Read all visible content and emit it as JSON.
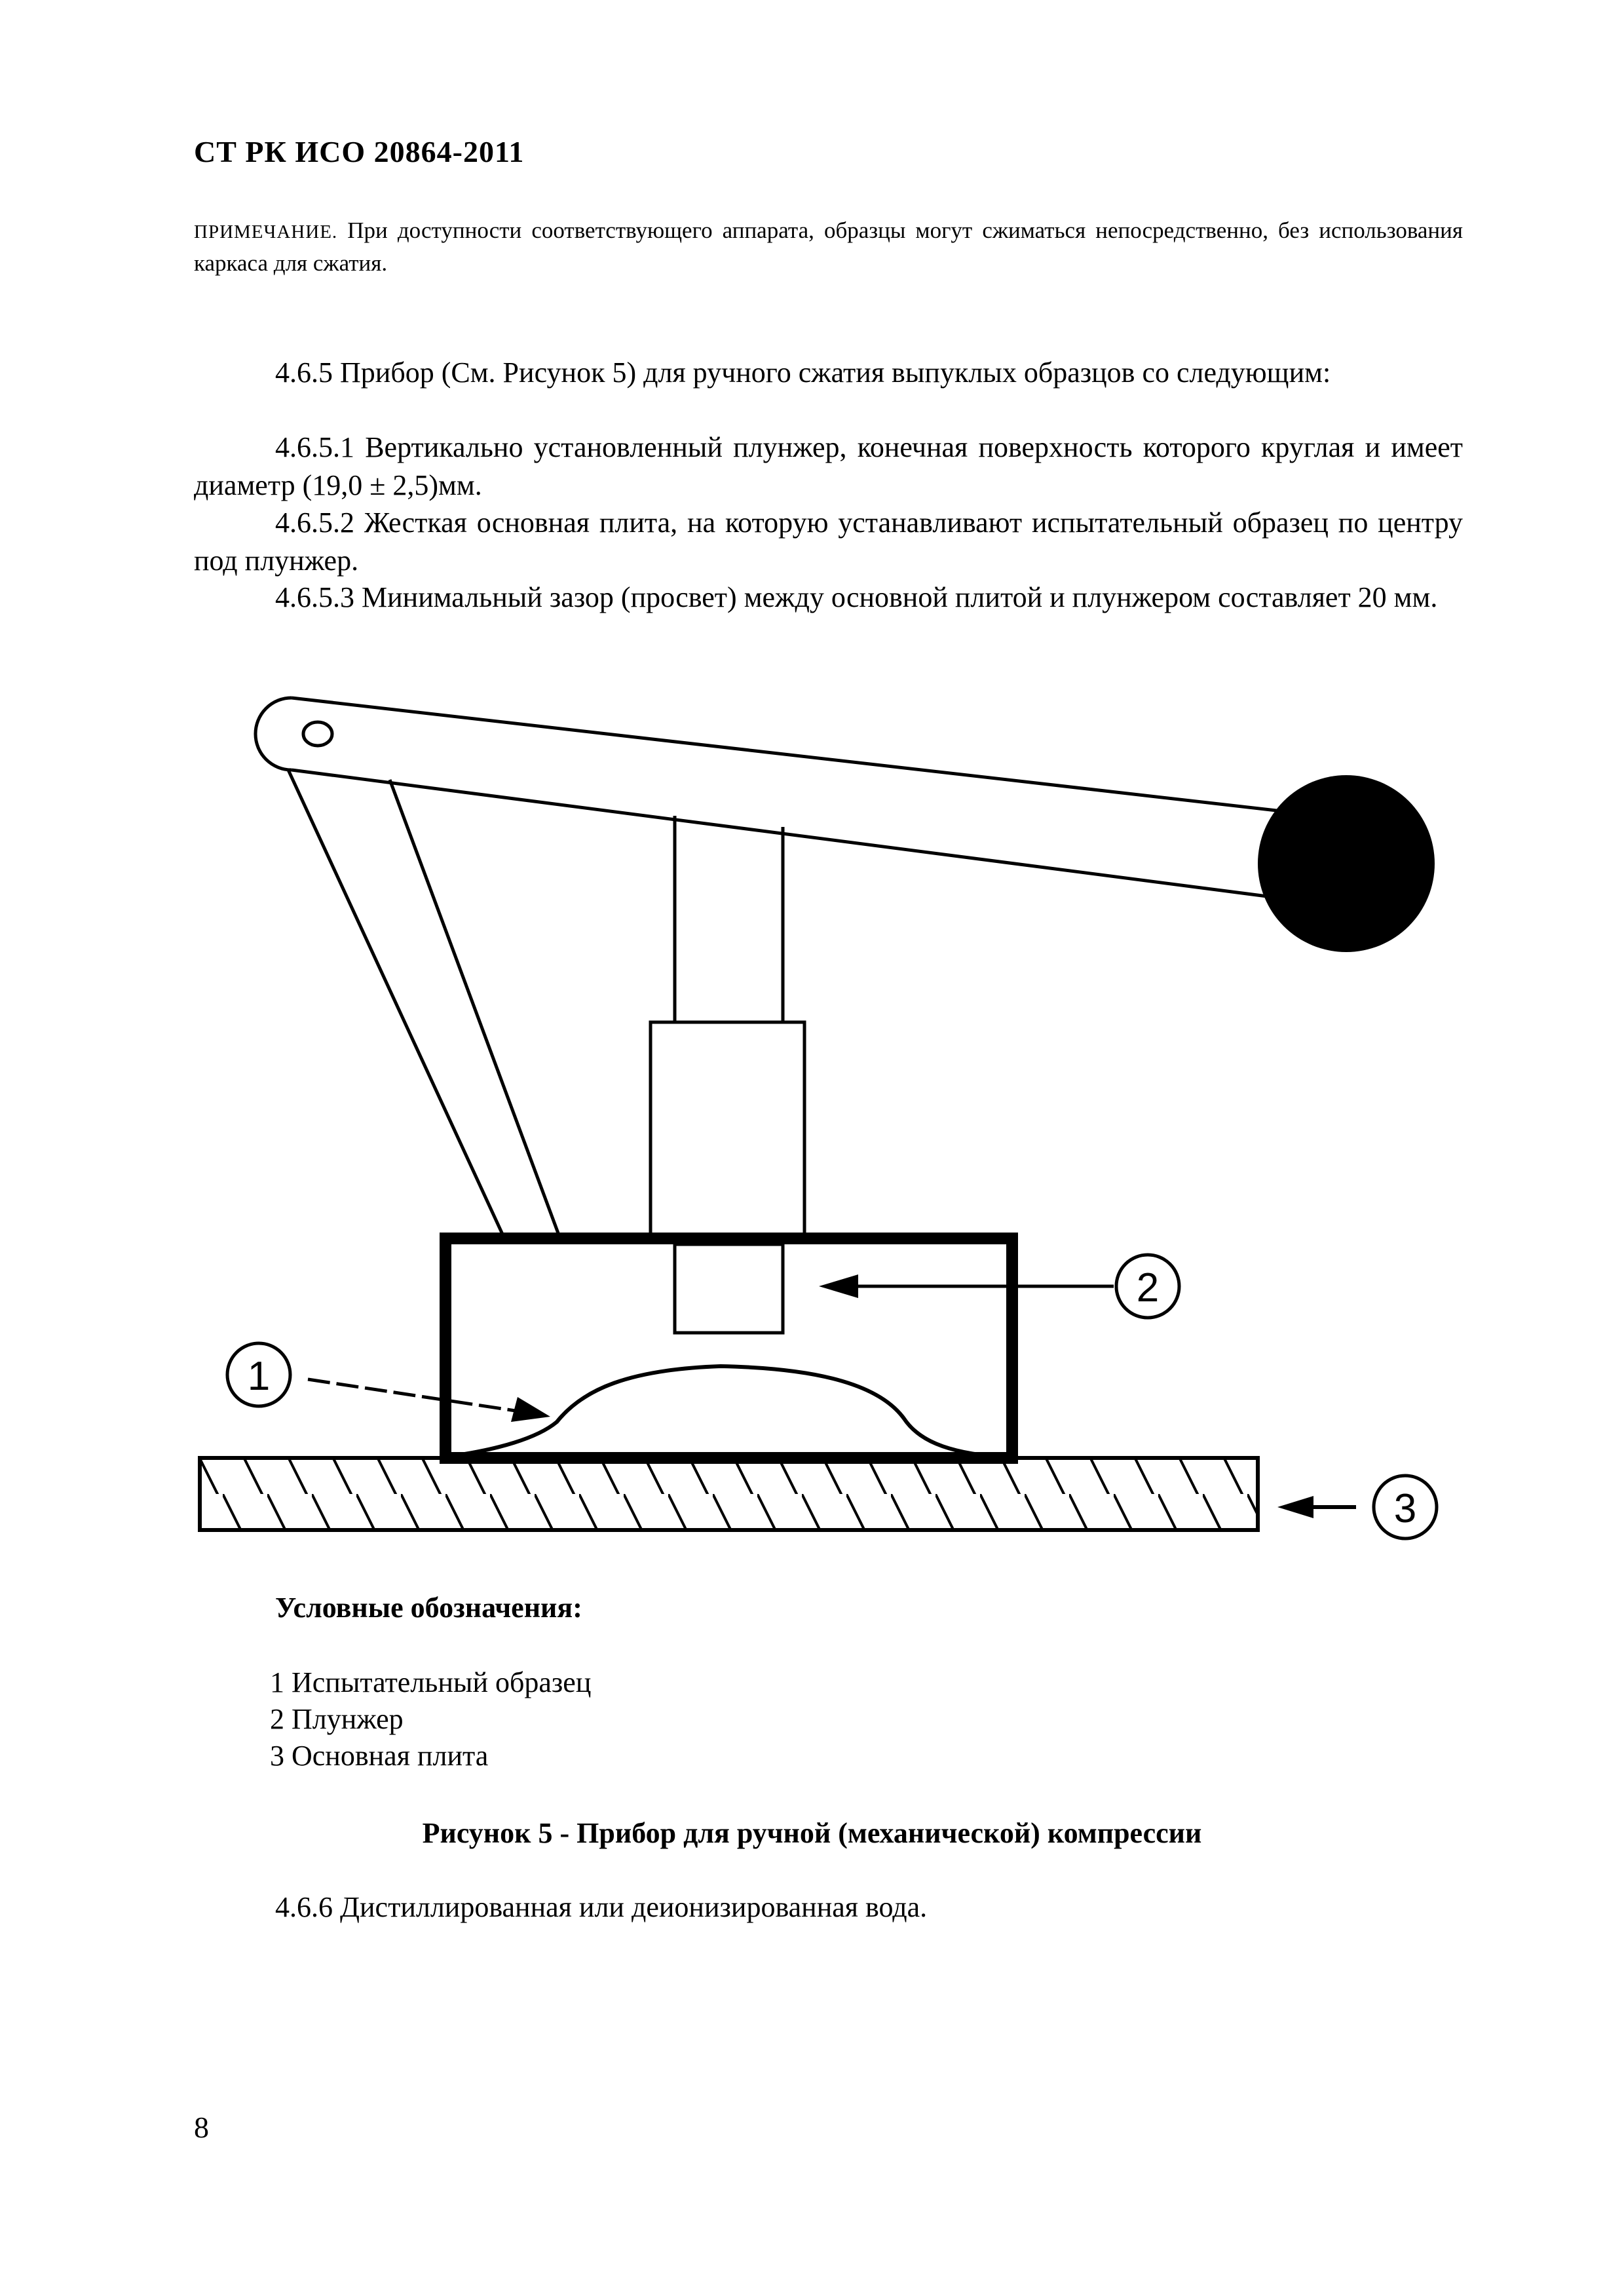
{
  "header": {
    "doc_id": "СТ РК ИСО 20864-2011"
  },
  "note": {
    "label": "ПРИМЕЧАНИЕ.",
    "text": " При доступности соответствующего аппарата, образцы могут сжиматься непосредственно, без использования каркаса для сжатия."
  },
  "paragraphs": {
    "p465": "4.6.5 Прибор (См. Рисунок 5) для ручного сжатия выпуклых образцов со следующим:",
    "p4651": "4.6.5.1 Вертикально установленный плунжер, конечная поверхность которого круглая и имеет диаметр (19,0 ± 2,5)мм.",
    "p4652": "4.6.5.2 Жесткая основная плита, на которую устанавливают испытательный образец по центру под плунжер.",
    "p4653": "4.6.5.3 Минимальный зазор (просвет) между основной плитой и плунжером составляет 20 мм.",
    "p466": "4.6.6 Дистиллированная или деионизированная вода."
  },
  "figure": {
    "callouts": [
      "1",
      "2",
      "3"
    ],
    "legend_title": "Условные обозначения:",
    "legend": [
      "1 Испытательный образец",
      "2  Плунжер",
      "3  Основная плита"
    ],
    "caption": "Рисунок 5 -  Прибор для ручной (механической) компрессии"
  },
  "page_number": "8"
}
